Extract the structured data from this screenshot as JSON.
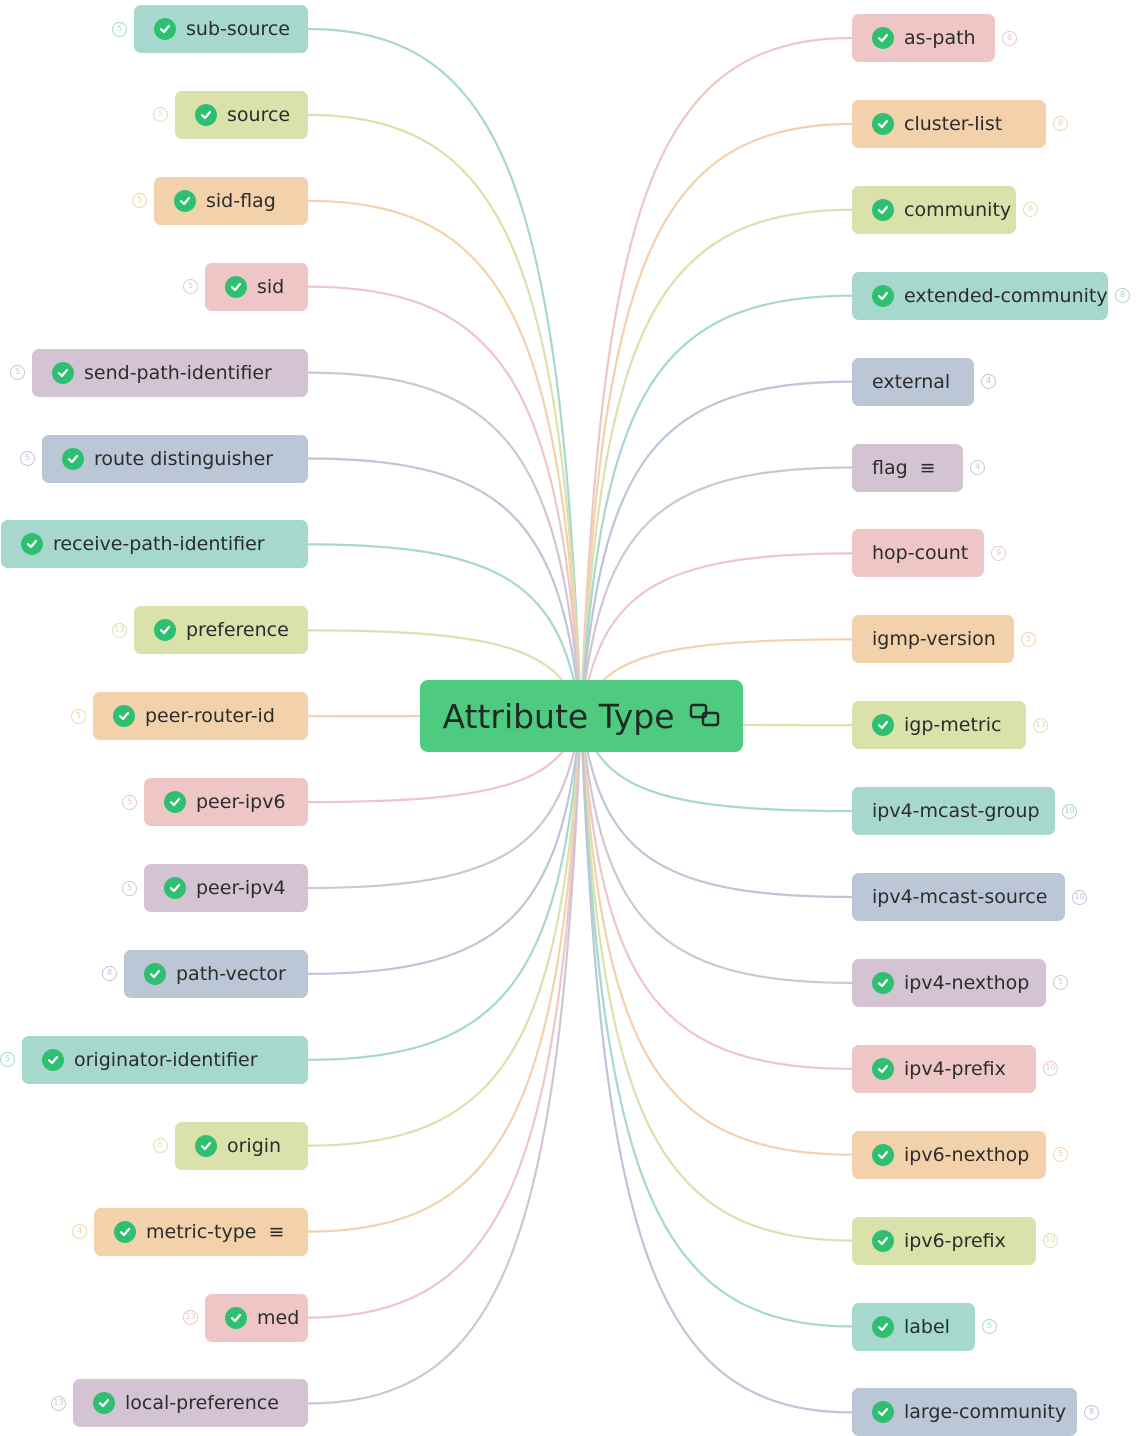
{
  "central": {
    "label": "Attribute Type",
    "color": "#4ecb80",
    "icon": "link-cards-icon"
  },
  "check_color": "#2fbf71",
  "left_nodes": [
    {
      "label": "sub-source",
      "count": "5",
      "color": "#a6d8cd",
      "checked": true
    },
    {
      "label": "source",
      "count": "5",
      "color": "#dbe1ab",
      "checked": true
    },
    {
      "label": "sid-flag",
      "count": "5",
      "color": "#f3d2ab",
      "checked": true
    },
    {
      "label": "sid",
      "count": "5",
      "color": "#eec6c6",
      "checked": true
    },
    {
      "label": "send-path-identifier",
      "count": "5",
      "color": "#d4c4d3",
      "checked": true
    },
    {
      "label": "route distinguisher",
      "count": "5",
      "color": "#bbc6d6",
      "checked": true
    },
    {
      "label": "receive-path-identifier",
      "count": "5",
      "color": "#a6d8cd",
      "checked": true
    },
    {
      "label": "preference",
      "count": "13",
      "color": "#dbe1ab",
      "checked": true
    },
    {
      "label": "peer-router-id",
      "count": "5",
      "color": "#f3d2ab",
      "checked": true
    },
    {
      "label": "peer-ipv6",
      "count": "5",
      "color": "#eec6c6",
      "checked": true
    },
    {
      "label": "peer-ipv4",
      "count": "5",
      "color": "#d4c4d3",
      "checked": true
    },
    {
      "label": "path-vector",
      "count": "8",
      "color": "#bbc6d6",
      "checked": true
    },
    {
      "label": "originator-identifier",
      "count": "5",
      "color": "#a6d8cd",
      "checked": true
    },
    {
      "label": "origin",
      "count": "5",
      "color": "#dbe1ab",
      "checked": true
    },
    {
      "label": "metric-type",
      "count": "4",
      "color": "#f3d2ab",
      "checked": true,
      "has_list_icon": true
    },
    {
      "label": "med",
      "count": "13",
      "color": "#eec6c6",
      "checked": true
    },
    {
      "label": "local-preference",
      "count": "13",
      "color": "#d4c4d3",
      "checked": true
    }
  ],
  "right_nodes": [
    {
      "label": "as-path",
      "count": "8",
      "color": "#eec6c6",
      "checked": true
    },
    {
      "label": "cluster-list",
      "count": "8",
      "color": "#f3d2ab",
      "checked": true
    },
    {
      "label": "community",
      "count": "8",
      "color": "#dbe1ab",
      "checked": true
    },
    {
      "label": "extended-community",
      "count": "8",
      "color": "#a6d8cd",
      "checked": true
    },
    {
      "label": "external",
      "count": "4",
      "color": "#bbc6d6",
      "checked": false
    },
    {
      "label": "flag",
      "count": "4",
      "color": "#d4c4d3",
      "checked": false,
      "has_list_icon": true
    },
    {
      "label": "hop-count",
      "count": "9",
      "color": "#eec6c6",
      "checked": false
    },
    {
      "label": "igmp-version",
      "count": "5",
      "color": "#f3d2ab",
      "checked": false
    },
    {
      "label": "igp-metric",
      "count": "13",
      "color": "#dbe1ab",
      "checked": true
    },
    {
      "label": "ipv4-mcast-group",
      "count": "10",
      "color": "#a6d8cd",
      "checked": false
    },
    {
      "label": "ipv4-mcast-source",
      "count": "10",
      "color": "#bbc6d6",
      "checked": false
    },
    {
      "label": "ipv4-nexthop",
      "count": "5",
      "color": "#d4c4d3",
      "checked": true
    },
    {
      "label": "ipv4-prefix",
      "count": "10",
      "color": "#eec6c6",
      "checked": true
    },
    {
      "label": "ipv6-nexthop",
      "count": "5",
      "color": "#f3d2ab",
      "checked": true
    },
    {
      "label": "ipv6-prefix",
      "count": "10",
      "color": "#dbe1ab",
      "checked": true
    },
    {
      "label": "label",
      "count": "5",
      "color": "#a6d8cd",
      "checked": true
    },
    {
      "label": "large-community",
      "count": "8",
      "color": "#bbc6d6",
      "checked": true
    }
  ]
}
